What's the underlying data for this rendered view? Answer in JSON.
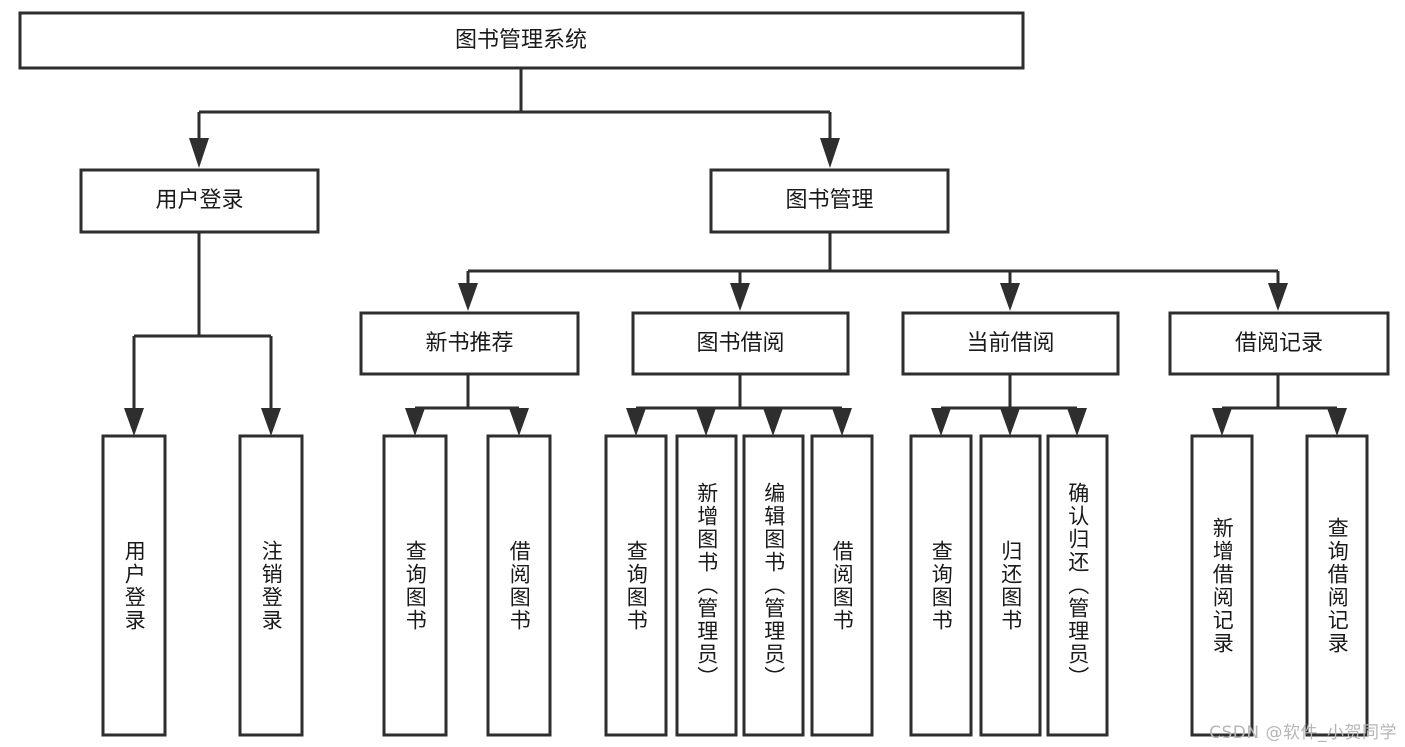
{
  "diagram": {
    "type": "tree",
    "title": "图书管理系统",
    "watermark": "CSDN @软件_小贺同学",
    "colors": {
      "box_stroke": "#2e2e2e",
      "box_fill": "#ffffff",
      "text": "#1a1a1a",
      "background": "#ffffff",
      "watermark": "#b6b6b6"
    },
    "levels": {
      "root": {
        "label": "图书管理系统"
      },
      "level2": [
        {
          "label": "用户登录"
        },
        {
          "label": "图书管理"
        }
      ],
      "level3": [
        {
          "label": "新书推荐"
        },
        {
          "label": "图书借阅"
        },
        {
          "label": "当前借阅"
        },
        {
          "label": "借阅记录"
        }
      ],
      "leaves": {
        "user_login": [
          {
            "label": "用户登录"
          },
          {
            "label": "注销登录"
          }
        ],
        "new_book_recommend": [
          {
            "label": "查询图书"
          },
          {
            "label": "借阅图书"
          }
        ],
        "book_borrow": [
          {
            "label": "查询图书"
          },
          {
            "label": "新增图书（管理员）"
          },
          {
            "label": "编辑图书（管理员）"
          },
          {
            "label": "借阅图书"
          }
        ],
        "current_borrow": [
          {
            "label": "查询图书"
          },
          {
            "label": "归还图书"
          },
          {
            "label": "确认归还（管理员）"
          }
        ],
        "borrow_record": [
          {
            "label": "新增借阅记录"
          },
          {
            "label": "查询借阅记录"
          }
        ]
      }
    }
  }
}
